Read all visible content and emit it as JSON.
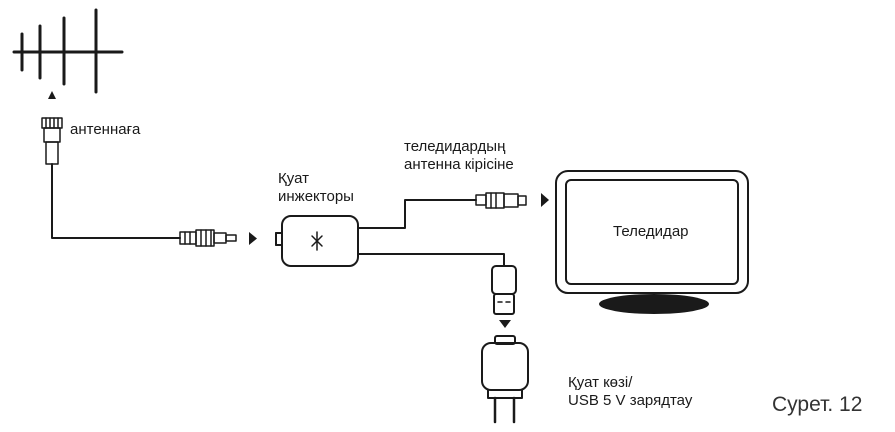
{
  "labels": {
    "antenna": "антеннаға",
    "tv_input_line1": "теледидардың",
    "tv_input_line2": "антенна кірісіне",
    "injector_line1": "Қуат",
    "injector_line2": "инжекторы",
    "tv": "Теледидар",
    "power_line1": "Қуат көзі/",
    "power_line2": "USB 5 V зарядтау"
  },
  "caption": "Сурет. 12",
  "icons": [
    "antenna-icon",
    "coax-plug-icon",
    "power-injector-icon",
    "usb-plug-icon",
    "power-adapter-icon",
    "tv-icon",
    "arrow-icon"
  ],
  "colors": {
    "stroke": "#1a1a1a",
    "tv_stand": "#1a1a1a",
    "background": "#ffffff"
  }
}
